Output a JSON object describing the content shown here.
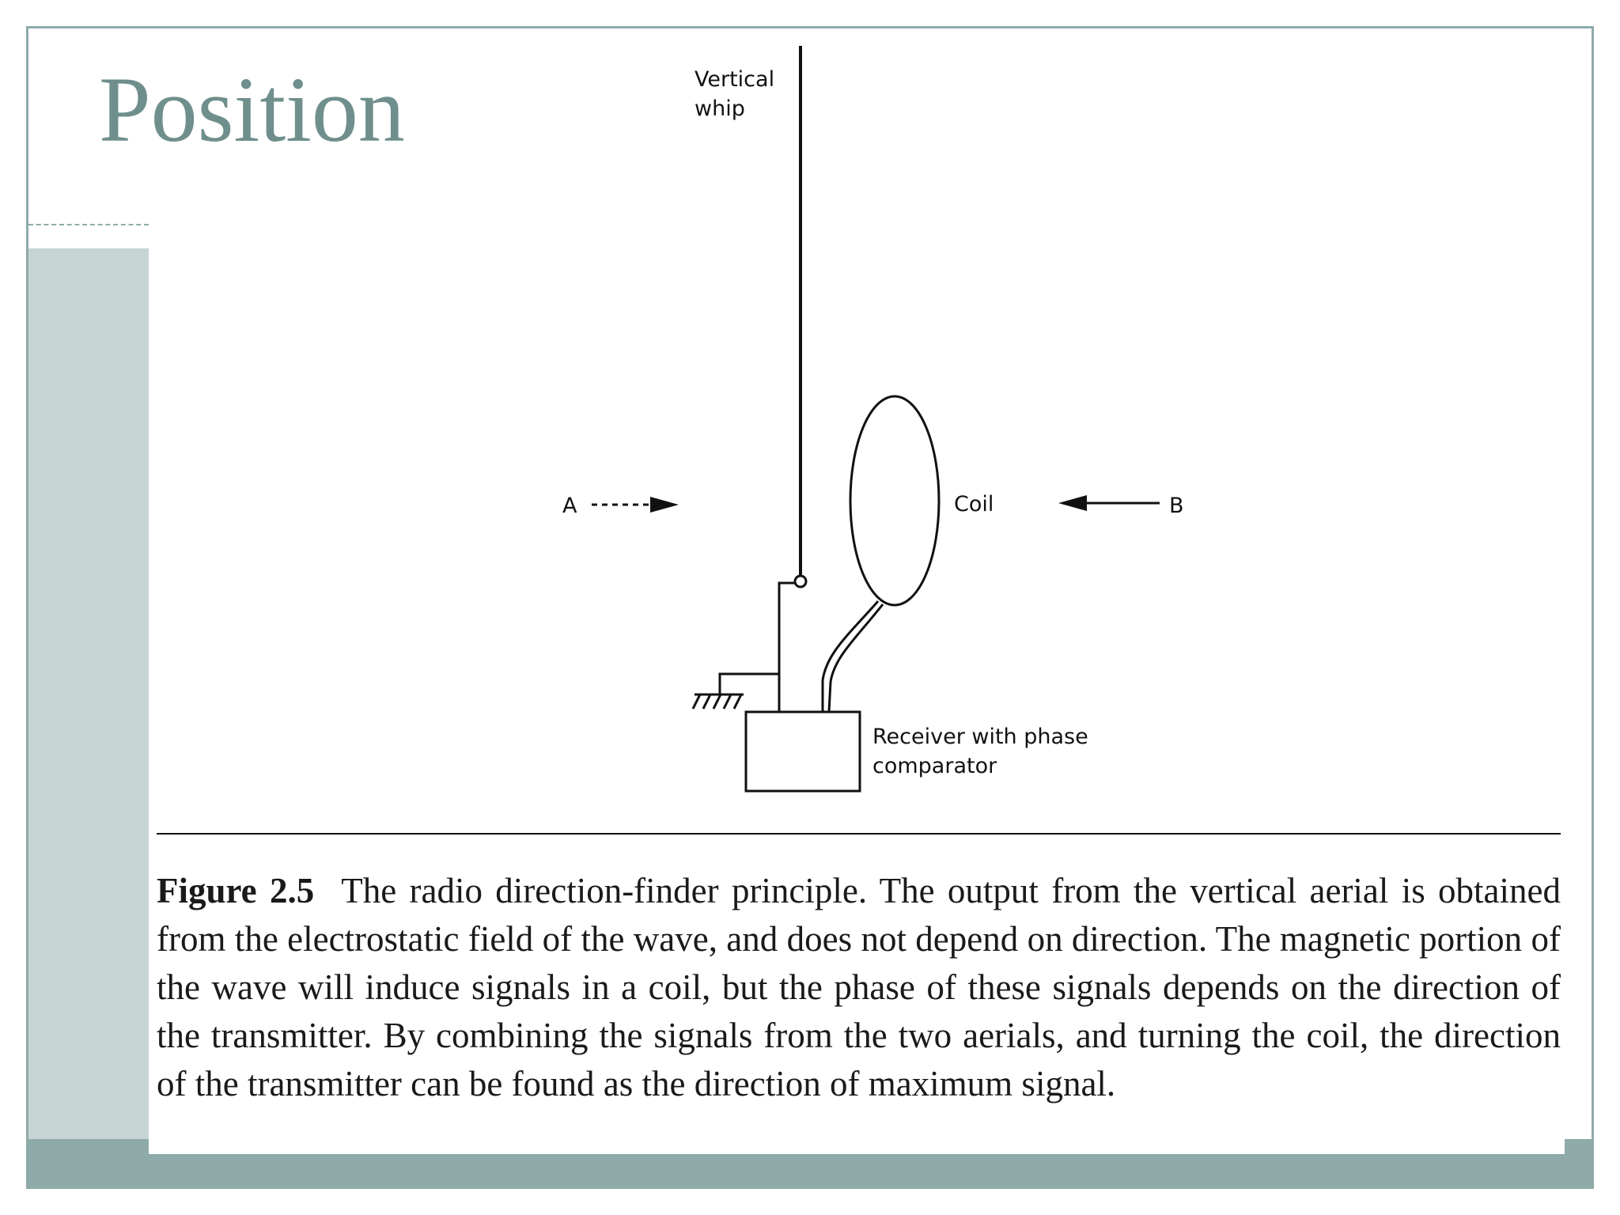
{
  "slide": {
    "title": "Position"
  },
  "diagram": {
    "labels": {
      "whip_line1": "Vertical",
      "whip_line2": "whip",
      "arrow_a": "A",
      "coil": "Coil",
      "arrow_b": "B",
      "receiver_line1": "Receiver with phase",
      "receiver_line2": "comparator"
    }
  },
  "caption": {
    "figure_number": "Figure 2.5",
    "text": "The radio direction-finder principle. The output from the vertical aerial is obtained from the electrostatic field of the wave, and does not depend on direction. The magnetic portion of the wave will induce signals in a coil, but the phase of these signals depends on the direction of the transmitter. By combining the signals from the two aerials, and turning the coil, the direction of the transmitter can be found as the direction of maximum signal."
  },
  "colors": {
    "frame": "#8eaaa9",
    "side_panel": "#c6d4d4",
    "title": "#6f8f8d",
    "ink": "#111111"
  }
}
